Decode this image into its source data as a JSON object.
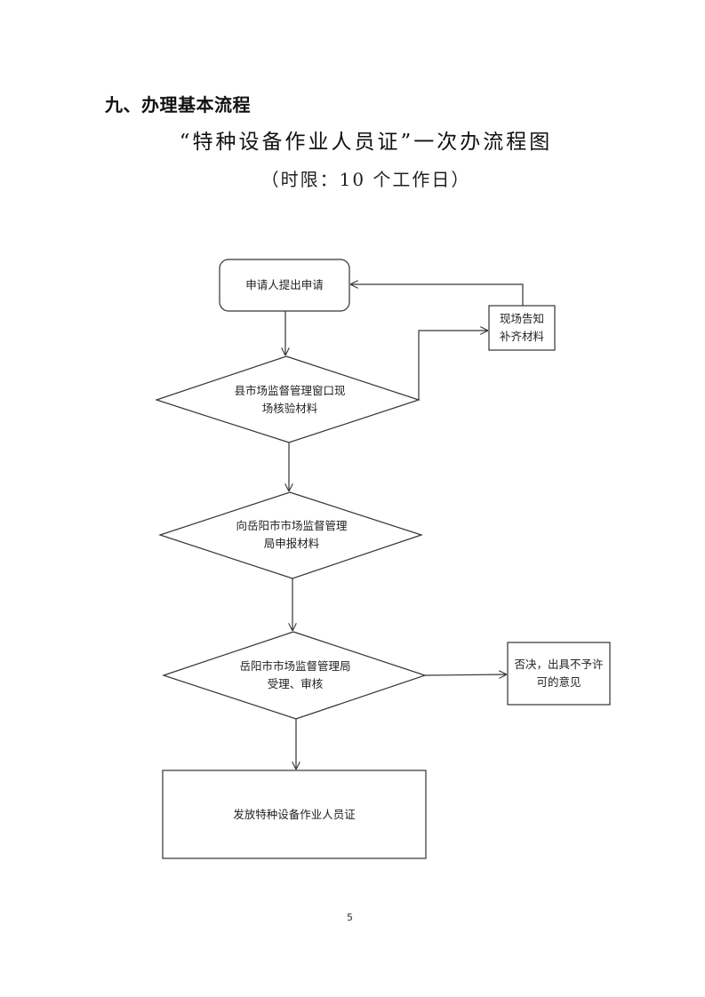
{
  "section_heading": "九、办理基本流程",
  "title": "“特种设备作业人员证”一次办流程图",
  "subtitle": "（时限：10 个工作日）",
  "flowchart": {
    "nodes": {
      "start": "申请人提出申请",
      "check": "县市场监督管理窗口现\n场核验材料",
      "supplement": "现场告知\n补齐材料",
      "submit": "向岳阳市市场监督管理\n局申报材料",
      "review": "岳阳市市场监督管理局\n受理、审核",
      "reject": "否决，出具不予许\n可的意见",
      "issue": "发放特种设备作业人员证"
    },
    "edges": [
      {
        "from": "start",
        "to": "check"
      },
      {
        "from": "check",
        "to": "supplement"
      },
      {
        "from": "supplement",
        "to": "start"
      },
      {
        "from": "check",
        "to": "submit"
      },
      {
        "from": "submit",
        "to": "review"
      },
      {
        "from": "review",
        "to": "reject"
      },
      {
        "from": "review",
        "to": "issue"
      }
    ]
  },
  "page_number": "5"
}
